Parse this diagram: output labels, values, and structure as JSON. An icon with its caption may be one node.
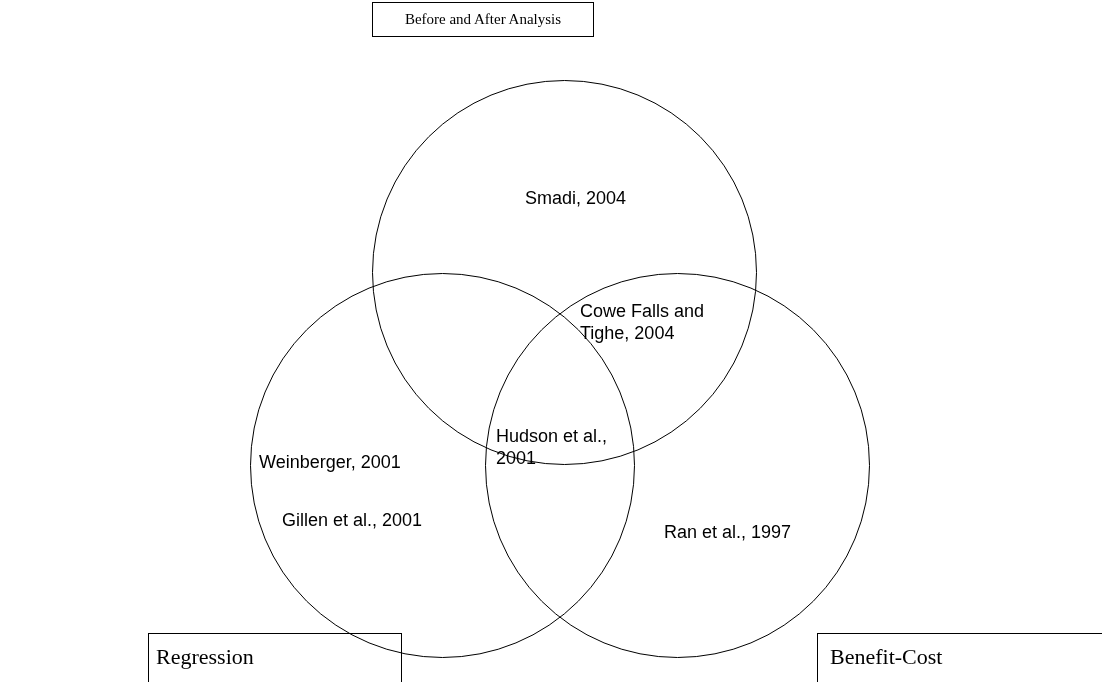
{
  "diagram": {
    "nodes": [
      {
        "text": [
          "Before and After Analysis"
        ]
      },
      {
        "text": [
          "Smadi, 2004"
        ]
      },
      {
        "text": [
          "Weinberger, 2001",
          "Gillen et al., 2001"
        ]
      },
      {
        "text": [
          "Ran et al., 1997"
        ]
      },
      {
        "text": [
          "Regression"
        ]
      },
      {
        "text": [
          "Benefit-Cost"
        ]
      }
    ],
    "edges": [],
    "labels": [
      "Cowe Falls and Tighe, 2004",
      "Hudson et al., 2001"
    ]
  }
}
